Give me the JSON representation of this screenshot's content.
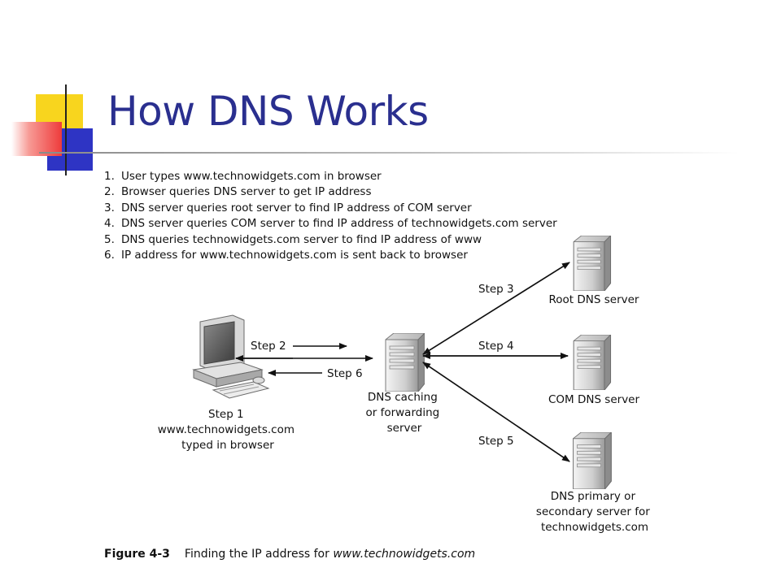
{
  "slide": {
    "title": "How DNS Works",
    "accent_color": "#2a2f8f"
  },
  "steps": [
    {
      "num": "1.",
      "text": "User types www.technowidgets.com in browser"
    },
    {
      "num": "2.",
      "text": "Browser queries DNS server to get IP address"
    },
    {
      "num": "3.",
      "text": "DNS server queries root server to find IP address of COM server"
    },
    {
      "num": "4.",
      "text": "DNS server queries COM server to find IP address of technowidgets.com server"
    },
    {
      "num": "5.",
      "text": "DNS queries technowidgets.com server to find IP address of www"
    },
    {
      "num": "6.",
      "text": "IP address for www.technowidgets.com is sent back to browser"
    }
  ],
  "diagram": {
    "client_labels": [
      "Step 1",
      "www.technowidgets.com",
      "typed in browser"
    ],
    "dns_caching_labels": [
      "DNS caching",
      "or forwarding",
      "server"
    ],
    "root_label": "Root DNS server",
    "com_label": "COM DNS server",
    "primary_labels": [
      "DNS primary or",
      "secondary server for",
      "technowidgets.com"
    ],
    "step2": "Step 2",
    "step3": "Step 3",
    "step4": "Step 4",
    "step5": "Step 5",
    "step6": "Step 6"
  },
  "caption": {
    "figure_number": "Figure 4-3",
    "text": "Finding the IP address for ",
    "url": "www.technowidgets.com"
  }
}
